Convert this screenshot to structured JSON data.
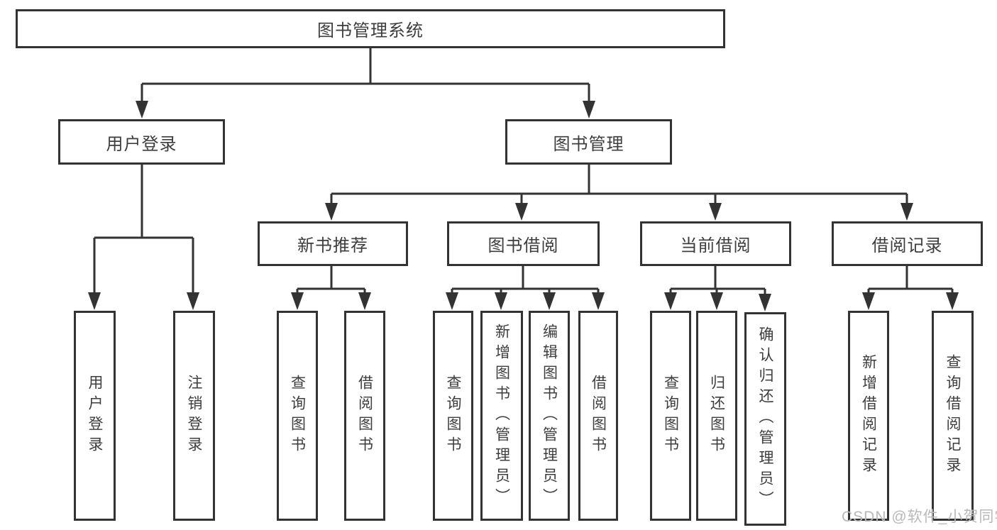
{
  "colors": {
    "line": "#333333",
    "box_border": "#333333",
    "box_background": "#ffffff",
    "text": "#3d3d3d",
    "watermark_text": "#b9b9b9"
  },
  "nodes": {
    "root": "图书管理系统",
    "user_login": "用户登录",
    "book_mgmt": "图书管理",
    "new_book_rec": "新书推荐",
    "book_borrow": "图书借阅",
    "current_borrow": "当前借阅",
    "borrow_record": "借阅记录",
    "leaf_user_login": "用户登录",
    "leaf_logout": "注销登录",
    "leaf_query_book_1": "查询图书",
    "leaf_borrow_book_1": "借阅图书",
    "leaf_query_book_2": "查询图书",
    "leaf_add_book_admin": "新增图书（管理员）",
    "leaf_edit_book_admin": "编辑图书（管理员）",
    "leaf_borrow_book_2": "借阅图书",
    "leaf_query_book_3": "查询图书",
    "leaf_return_book": "归还图书",
    "leaf_confirm_return_admin": "确认归还（管理员）",
    "leaf_add_borrow_record": "新增借阅记录",
    "leaf_query_borrow_record": "查询借阅记录"
  },
  "watermark": "CSDN @软件_小贺同学"
}
